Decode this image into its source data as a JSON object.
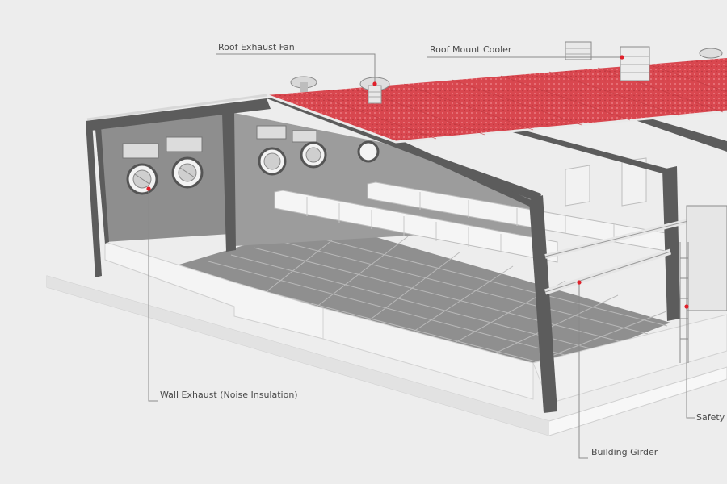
{
  "callouts": {
    "roof_exhaust_fan": "Roof Exhaust Fan",
    "roof_mount_cooler": "Roof Mount Cooler",
    "wall_exhaust": "Wall Exhaust (Noise Insulation)",
    "building_girder": "Building Girder",
    "safety": "Safety"
  },
  "colors": {
    "roof": "#d9474f",
    "marker": "#e0202a",
    "steel": "#5c5c5c",
    "background": "#ededed"
  }
}
